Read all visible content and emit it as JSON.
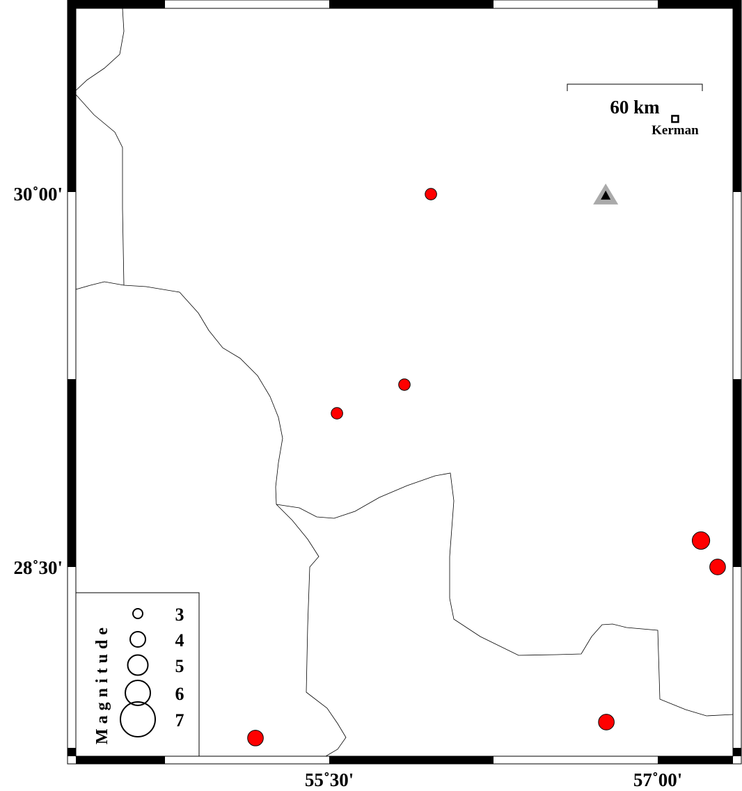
{
  "map": {
    "bounds": {
      "lon_min": 54.343,
      "lon_max": 57.343,
      "lat_min": 27.74,
      "lat_max": 30.743
    },
    "x_ticks": [
      {
        "lon": 55.5,
        "label": "55˚30'"
      },
      {
        "lon": 57.0,
        "label": "57˚00'"
      }
    ],
    "y_ticks": [
      {
        "lat": 30.0,
        "label": "30˚00'"
      },
      {
        "lat": 28.5,
        "label": "28˚30'"
      }
    ],
    "scale_bar": {
      "label": "60 km"
    },
    "city": {
      "name": "Kerman",
      "lon": 57.079,
      "lat": 30.299
    },
    "station": {
      "lon": 56.762,
      "lat": 29.992,
      "symbol": "triangle"
    },
    "event_color": "#ff0000",
    "events": [
      {
        "lon": 55.964,
        "lat": 29.997,
        "mag": 3.3
      },
      {
        "lon": 55.843,
        "lat": 29.232,
        "mag": 3.3
      },
      {
        "lon": 55.535,
        "lat": 29.117,
        "mag": 3.3
      },
      {
        "lon": 57.197,
        "lat": 28.606,
        "mag": 4.3
      },
      {
        "lon": 57.273,
        "lat": 28.5,
        "mag": 4.0
      },
      {
        "lon": 56.765,
        "lat": 27.877,
        "mag": 4.0
      },
      {
        "lon": 55.163,
        "lat": 27.813,
        "mag": 4.0
      }
    ]
  },
  "legend": {
    "title": "Magnitude",
    "items": [
      {
        "mag": 3,
        "label": "3"
      },
      {
        "mag": 4,
        "label": "4"
      },
      {
        "mag": 5,
        "label": "5"
      },
      {
        "mag": 6,
        "label": "6"
      },
      {
        "mag": 7,
        "label": "7"
      }
    ]
  }
}
